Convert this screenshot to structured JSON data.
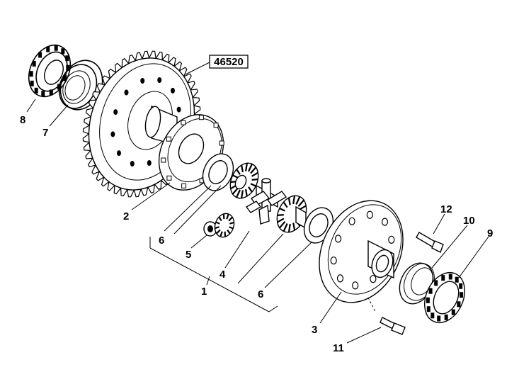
{
  "reference_box": "46520",
  "labels": {
    "l1": "1",
    "l2": "2",
    "l3": "3",
    "l4": "4",
    "l5": "5",
    "l6a": "6",
    "l6b": "6",
    "l7": "7",
    "l8": "8",
    "l9": "9",
    "l10": "10",
    "l11": "11",
    "l12": "12"
  }
}
